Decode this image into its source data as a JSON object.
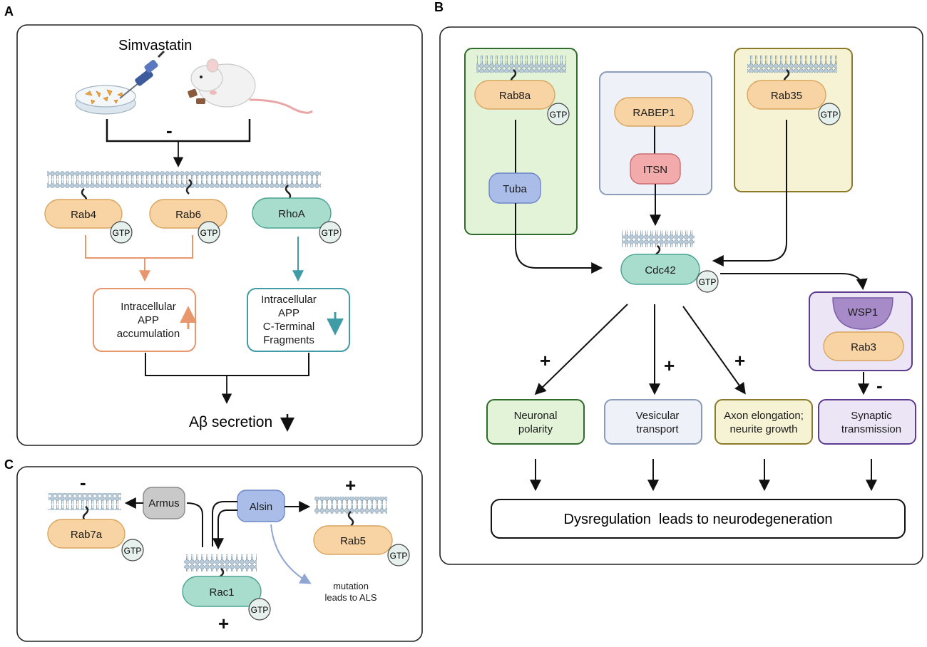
{
  "panels": {
    "a": "A",
    "b": "B",
    "c": "C"
  },
  "panel_a": {
    "drug": "Simvastatin",
    "inhibit_sign": "-",
    "proteins": {
      "rab4": "Rab4",
      "rab6": "Rab6",
      "rhoa": "RhoA"
    },
    "gtp": "GTP",
    "outcome_left": [
      "Intracellular",
      "APP",
      "accumulation"
    ],
    "outcome_right": [
      "Intracellular",
      "APP",
      "C-Terminal",
      "Fragments"
    ],
    "final": "Aβ secretion"
  },
  "panel_b": {
    "proteins": {
      "rab8a": "Rab8a",
      "tuba": "Tuba",
      "rabep1": "RABEP1",
      "itsn": "ITSN",
      "rab35": "Rab35",
      "cdc42": "Cdc42",
      "wsp1": "WSP1",
      "rab3": "Rab3"
    },
    "gtp": "GTP",
    "plus": "+",
    "minus": "-",
    "outcomes": {
      "neuronal": [
        "Neuronal",
        "polarity"
      ],
      "vesicular": [
        "Vesicular",
        "transport"
      ],
      "axon": [
        "Axon elongation;",
        "neurite growth"
      ],
      "synaptic": [
        "Synaptic",
        "transmission"
      ]
    },
    "final": "Dysregulation  leads to neurodegeneration"
  },
  "panel_c": {
    "proteins": {
      "rab7a": "Rab7a",
      "armus": "Armus",
      "alsin": "Alsin",
      "rab5": "Rab5",
      "rac1": "Rac1"
    },
    "gtp": "GTP",
    "plus": "+",
    "minus": "-",
    "mutation": [
      "mutation",
      "leads to ALS"
    ]
  },
  "colors": {
    "rab": "#f8d3a3",
    "rab_stroke": "#d9a660",
    "teal": "#a8dccd",
    "teal_stroke": "#4ba394",
    "orange_arrow": "#e7976b",
    "teal_arrow": "#3f9ba5",
    "green_box": "#e3f3d8",
    "green_stroke": "#2f6b2a",
    "blue_box": "#eef2f8",
    "blue_stroke": "#8a9cb7",
    "yellow_box": "#f6f3d5",
    "yellow_stroke": "#8c7a2b",
    "purple_box": "#ece5f5",
    "purple_stroke": "#5b3c8f",
    "gtp_fill": "#e6f0ec"
  }
}
